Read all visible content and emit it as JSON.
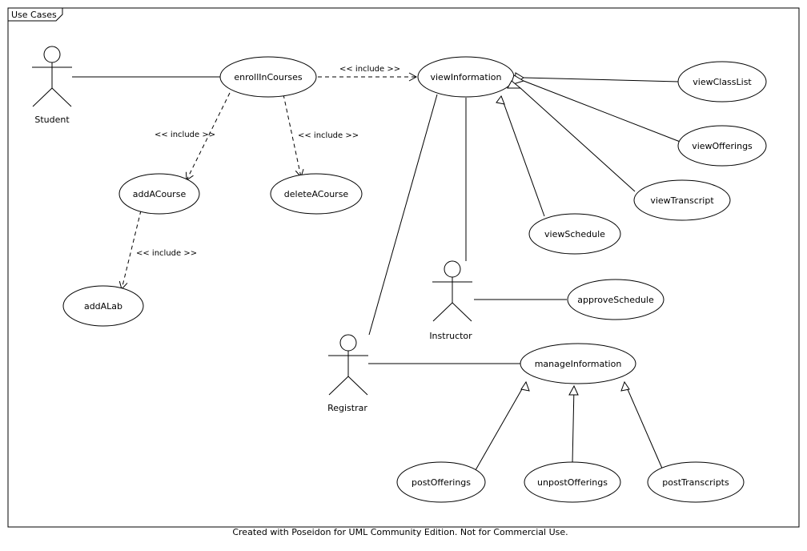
{
  "frame": {
    "title": "Use Cases"
  },
  "footer": "Created with Poseidon for UML Community Edition. Not for Commercial Use.",
  "actors": {
    "student": "Student",
    "instructor": "Instructor",
    "registrar": "Registrar"
  },
  "use_cases": {
    "enrollInCourses": "enrollInCourses",
    "viewInformation": "viewInformation",
    "viewClassList": "viewClassList",
    "viewOfferings": "viewOfferings",
    "viewTranscript": "viewTranscript",
    "viewSchedule": "viewSchedule",
    "addACourse": "addACourse",
    "deleteACourse": "deleteACourse",
    "addALab": "addALab",
    "approveSchedule": "approveSchedule",
    "manageInformation": "manageInformation",
    "postOfferings": "postOfferings",
    "unpostOfferings": "unpostOfferings",
    "postTranscripts": "postTranscripts"
  },
  "relations": {
    "include_label": "<< include >>"
  }
}
